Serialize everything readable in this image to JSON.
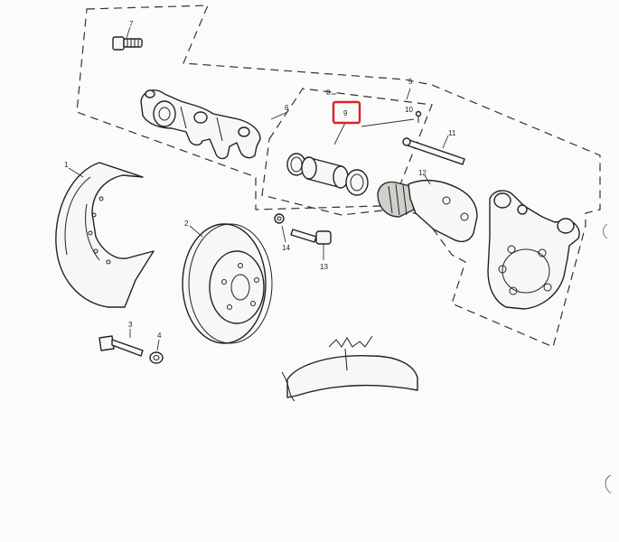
{
  "labels": {
    "part_1": "1",
    "part_2": "2",
    "part_3": "3",
    "part_4": "4",
    "part_5": "5",
    "part_6": "6",
    "part_7": "7",
    "part_8": "8",
    "part_9": "9",
    "part_10": "10",
    "part_11": "11",
    "part_12": "12",
    "part_13": "13",
    "part_14": "14"
  },
  "highlight": {
    "label": "part_9",
    "color": "#e0202a"
  }
}
